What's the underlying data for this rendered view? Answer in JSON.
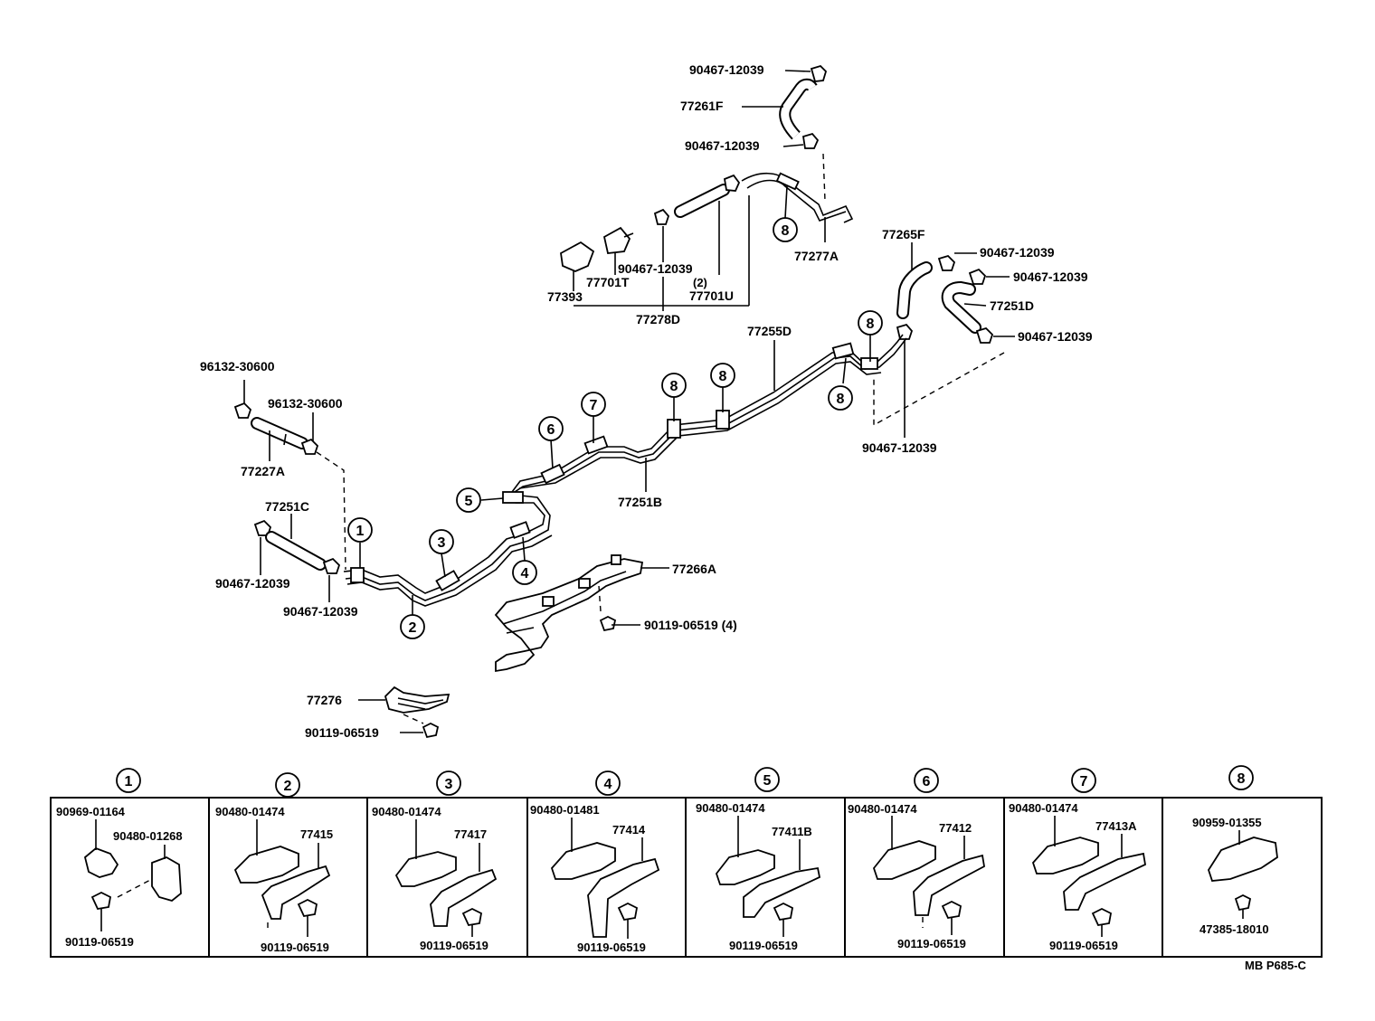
{
  "main_diagram": {
    "labels": {
      "l1": "90467-12039",
      "l2": "77261F",
      "l3": "90467-12039",
      "l4": "90467-12039",
      "l5": "(2)",
      "l6": "77701T",
      "l7": "77701U",
      "l8": "77393",
      "l9": "77278D",
      "l10": "77277A",
      "l11": "77265F",
      "l12": "90467-12039",
      "l13": "90467-12039",
      "l14": "77251D",
      "l15": "90467-12039",
      "l16": "77255D",
      "l17": "90467-12039",
      "l18": "96132-30600",
      "l19": "96132-30600",
      "l20": "77227A",
      "l21": "77251C",
      "l22": "90467-12039",
      "l23": "90467-12039",
      "l24": "77251B",
      "l25": "77266A",
      "l26": "90119-06519 (4)",
      "l27": "77276",
      "l28": "90119-06519"
    },
    "callouts": {
      "c1": "1",
      "c2": "2",
      "c3": "3",
      "c4": "4",
      "c5": "5",
      "c6": "6",
      "c7": "7",
      "c8a": "8",
      "c8b": "8",
      "c8c": "8",
      "c8d": "8",
      "c8e": "8"
    }
  },
  "detail_panels": [
    {
      "number": "1",
      "parts": [
        "90969-01164",
        "90480-01268",
        "90119-06519"
      ]
    },
    {
      "number": "2",
      "parts": [
        "90480-01474",
        "77415",
        "90119-06519"
      ]
    },
    {
      "number": "3",
      "parts": [
        "90480-01474",
        "77417",
        "90119-06519"
      ]
    },
    {
      "number": "4",
      "parts": [
        "90480-01481",
        "77414",
        "90119-06519"
      ]
    },
    {
      "number": "5",
      "parts": [
        "90480-01474",
        "77411B",
        "90119-06519"
      ]
    },
    {
      "number": "6",
      "parts": [
        "90480-01474",
        "77412",
        "90119-06519"
      ]
    },
    {
      "number": "7",
      "parts": [
        "90480-01474",
        "77413A",
        "90119-06519"
      ]
    },
    {
      "number": "8",
      "parts": [
        "90959-01355",
        "47385-18010"
      ]
    }
  ],
  "footer": {
    "code": "MB  P685-C"
  }
}
